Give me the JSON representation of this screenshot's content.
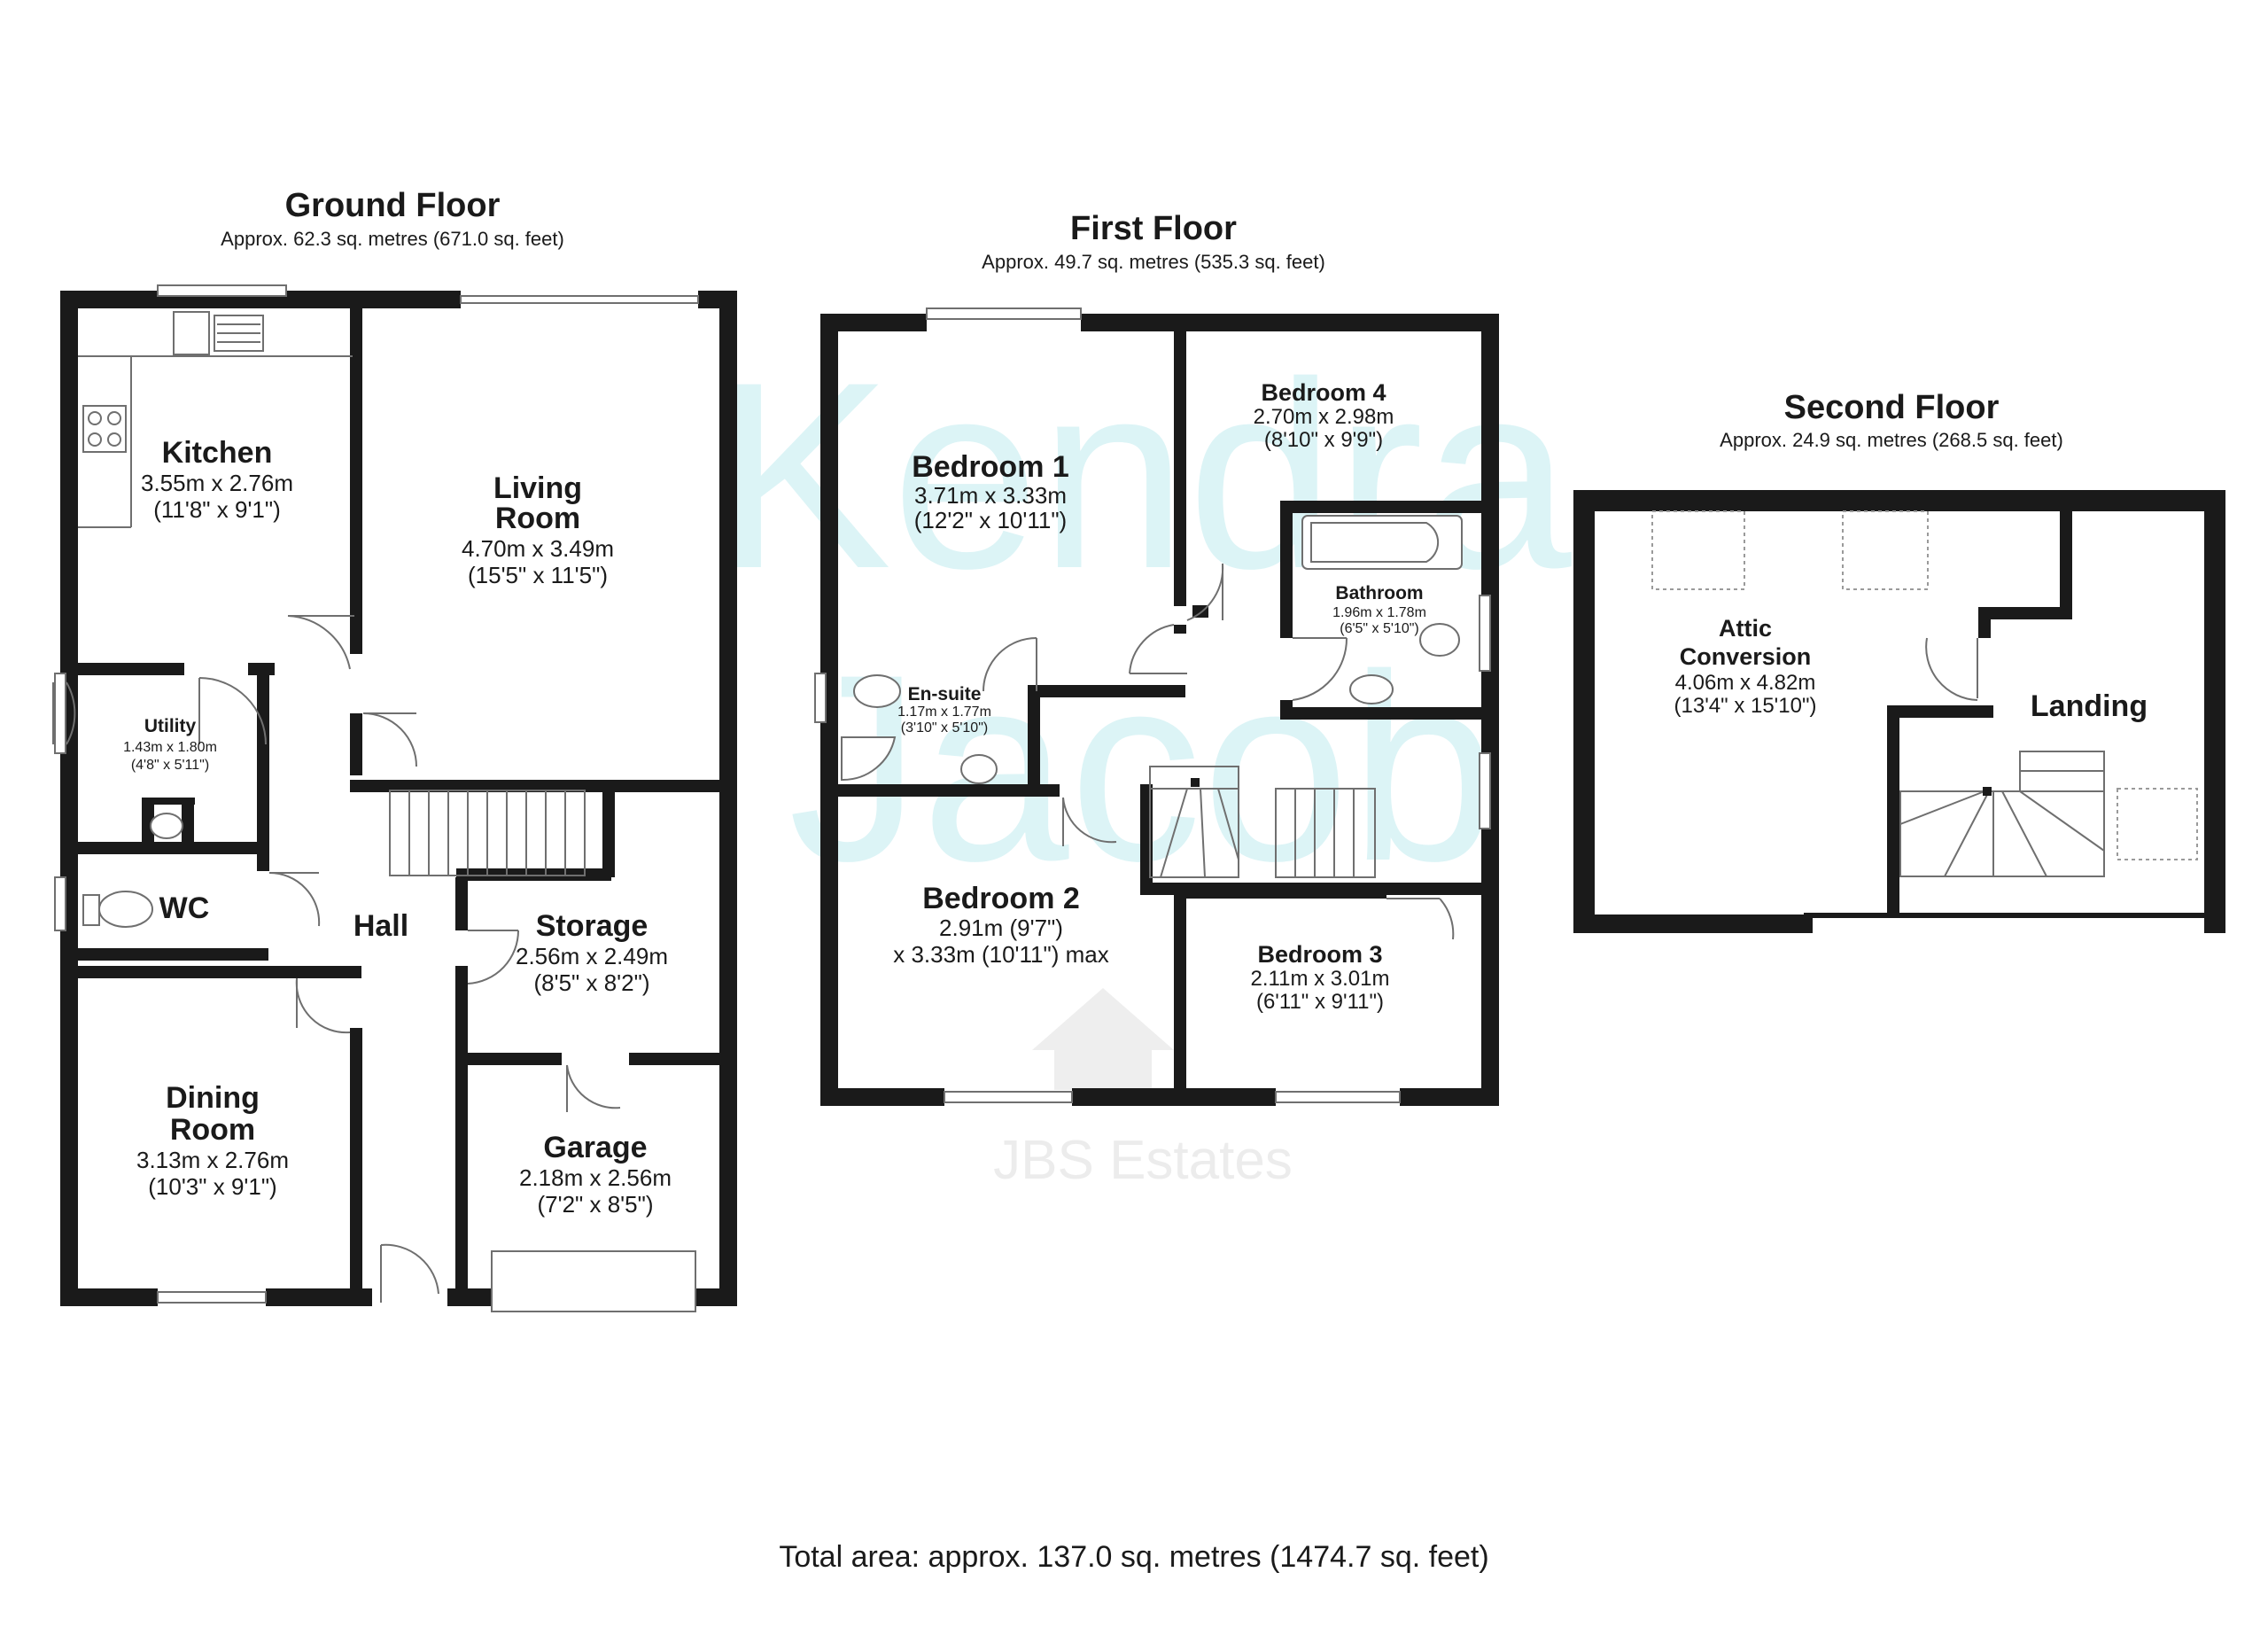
{
  "floors": {
    "ground": {
      "title": "Ground Floor",
      "area": "Approx. 62.3 sq. metres (671.0 sq. feet)",
      "rooms": {
        "kitchen": {
          "name": "Kitchen",
          "dim_m": "3.55m x 2.76m",
          "dim_ft": "(11'8\" x 9'1\")"
        },
        "living": {
          "name_1": "Living",
          "name_2": "Room",
          "dim_m": "4.70m x 3.49m",
          "dim_ft": "(15'5\" x 11'5\")"
        },
        "utility": {
          "name": "Utility",
          "dim_m": "1.43m x 1.80m",
          "dim_ft": "(4'8\" x 5'11\")"
        },
        "wc": {
          "name": "WC"
        },
        "hall": {
          "name": "Hall"
        },
        "storage": {
          "name": "Storage",
          "dim_m": "2.56m x 2.49m",
          "dim_ft": "(8'5\" x 8'2\")"
        },
        "dining": {
          "name_1": "Dining",
          "name_2": "Room",
          "dim_m": "3.13m x 2.76m",
          "dim_ft": "(10'3\" x 9'1\")"
        },
        "garage": {
          "name": "Garage",
          "dim_m": "2.18m x 2.56m",
          "dim_ft": "(7'2\" x 8'5\")"
        }
      }
    },
    "first": {
      "title": "First Floor",
      "area": "Approx. 49.7 sq. metres (535.3 sq. feet)",
      "rooms": {
        "bedroom1": {
          "name": "Bedroom 1",
          "dim_m": "3.71m x 3.33m",
          "dim_ft": "(12'2\" x 10'11\")"
        },
        "bedroom4": {
          "name": "Bedroom 4",
          "dim_m": "2.70m x 2.98m",
          "dim_ft": "(8'10\" x 9'9\")"
        },
        "bathroom": {
          "name": "Bathroom",
          "dim_m": "1.96m x 1.78m",
          "dim_ft": "(6'5\" x 5'10\")"
        },
        "ensuite": {
          "name": "En-suite",
          "dim_m": "1.17m x 1.77m",
          "dim_ft": "(3'10\" x 5'10\")"
        },
        "bedroom2": {
          "name": "Bedroom 2",
          "dim_1": "2.91m (9'7\")",
          "dim_2": "x 3.33m (10'11\") max"
        },
        "bedroom3": {
          "name": "Bedroom 3",
          "dim_m": "2.11m x 3.01m",
          "dim_ft": "(6'11\" x 9'11\")"
        }
      }
    },
    "second": {
      "title": "Second Floor",
      "area": "Approx. 24.9 sq. metres (268.5 sq. feet)",
      "rooms": {
        "attic": {
          "name_1": "Attic",
          "name_2": "Conversion",
          "dim_m": "4.06m x 4.82m",
          "dim_ft": "(13'4\" x 15'10\")"
        },
        "landing": {
          "name": "Landing"
        }
      }
    }
  },
  "total_area": "Total area: approx. 137.0 sq. metres (1474.7 sq. feet)",
  "watermark": {
    "line1": "Kendra",
    "line2": "Jacob",
    "tagline": "JBS Estates"
  },
  "colors": {
    "wall": "#1a1a1a",
    "watermark": "#dcf4f6",
    "fixture": "#6f6f6f"
  }
}
